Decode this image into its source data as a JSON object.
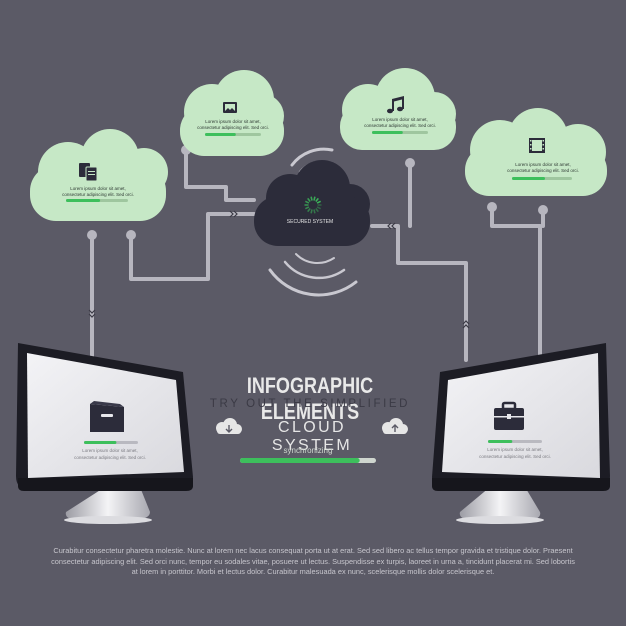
{
  "title": "INFOGRAPHIC ELEMENTS",
  "subtitle": "TRY OUT THE SIMPLIFIED",
  "cloud_system": "CLOUD SYSTEM",
  "sync_label": "synchronizing",
  "sync_progress": 0.88,
  "center_cloud": {
    "label": "SECURED SYSTEM",
    "icon": "loading-spinner-icon"
  },
  "clouds": [
    {
      "icon": "documents-icon",
      "lines": [
        "Lorem ipsum dolor sit amet,",
        "consectetur adipiscing elit. Sed orci."
      ],
      "progress": 0.55
    },
    {
      "icon": "image-icon",
      "lines": [
        "Lorem ipsum dolor sit amet,",
        "consectetur adipiscing elit. Sed orci."
      ],
      "progress": 0.55
    },
    {
      "icon": "music-note-icon",
      "lines": [
        "Lorem ipsum dolor sit amet,",
        "consectetur adipiscing elit. Sed orci."
      ],
      "progress": 0.55
    },
    {
      "icon": "film-icon",
      "lines": [
        "Lorem ipsum dolor sit amet,",
        "consectetur adipiscing elit. Sed orci."
      ],
      "progress": 0.55
    }
  ],
  "monitors": [
    {
      "icon": "file-drawer-icon",
      "lines": [
        "Lorem ipsum dolor sit amet,",
        "consectetur adipiscing elit. Sed orci."
      ],
      "progress": 0.6
    },
    {
      "icon": "briefcase-icon",
      "lines": [
        "Lorem ipsum dolor sit amet,",
        "consectetur adipiscing elit. Sed orci."
      ],
      "progress": 0.45
    }
  ],
  "footer_lines": [
    "Curabitur consectetur pharetra molestie. Nunc at lorem nec lacus consequat porta ut at erat. Sed sed libero ac tellus tempor gravida et tristique dolor. Praesent",
    "consectetur adipiscing elit. Sed orci nunc, tempor eu sodales vitae, posuere ut lectus. Suspendisse ex turpis, laoreet in urna a, tincidunt placerat mi. Sed lobortis",
    "at lorem in porttitor. Morbi et lectus dolor. Curabitur malesuada ex nunc, scelerisque mollis dolor scelerisque et."
  ],
  "colors": {
    "background": "#5b5a66",
    "cloud": "#c6e8c6",
    "center_cloud": "#2c2c3a",
    "accent_green": "#3dbf5c",
    "connector": "#b7b6bf",
    "monitor_frame": "#1c1c24",
    "screen": "#e8e8ec"
  }
}
